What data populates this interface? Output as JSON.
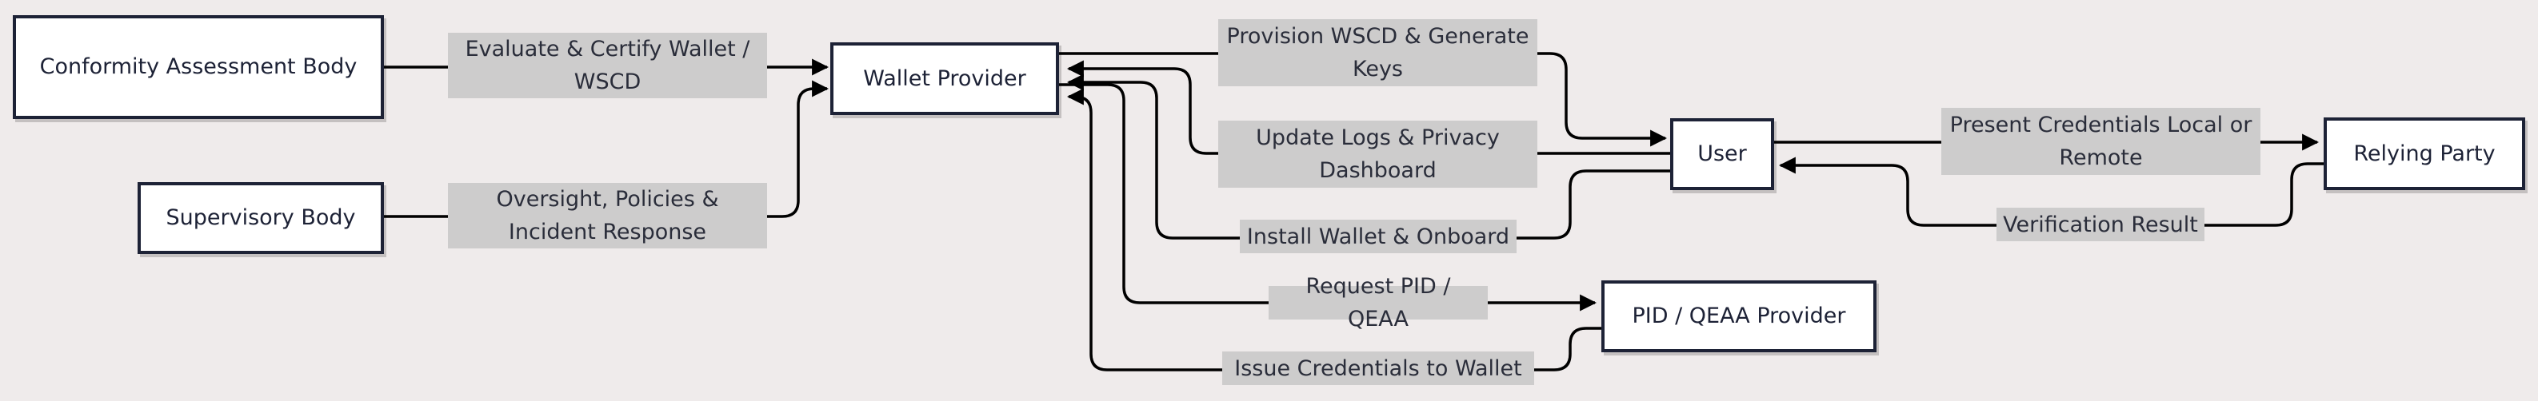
{
  "colors": {
    "background": "#efebeb",
    "node_fill": "#ffffff",
    "node_border": "#1d2236",
    "edge": "#000000",
    "label_fill": "#cdcccc",
    "text": "#1d2236"
  },
  "nodes": {
    "conformity_assessment_body": "Conformity Assessment Body",
    "supervisory_body": "Supervisory Body",
    "wallet_provider": "Wallet Provider",
    "user": "User",
    "relying_party": "Relying Party",
    "pid_qeaa_provider": "PID / QEAA Provider"
  },
  "edges": {
    "evaluate_certify": {
      "from": "Conformity Assessment Body",
      "to": "Wallet Provider",
      "label": "Evaluate & Certify Wallet / WSCD"
    },
    "oversight": {
      "from": "Supervisory Body",
      "to": "Wallet Provider",
      "label": "Oversight, Policies & Incident Response"
    },
    "provision_wscd": {
      "from": "Wallet Provider",
      "to": "User",
      "label": "Provision WSCD & Generate Keys"
    },
    "update_logs": {
      "from": "User",
      "to": "Wallet Provider",
      "label": "Update Logs & Privacy Dashboard"
    },
    "install_wallet": {
      "from": "User",
      "to": "Wallet Provider",
      "label": "Install Wallet & Onboard"
    },
    "request_pid": {
      "from": "Wallet Provider",
      "to": "PID / QEAA Provider",
      "label": "Request PID / QEAA"
    },
    "issue_credentials": {
      "from": "PID / QEAA Provider",
      "to": "Wallet Provider",
      "label": "Issue Credentials to Wallet"
    },
    "present_credentials": {
      "from": "User",
      "to": "Relying Party",
      "label": "Present Credentials Local or Remote"
    },
    "verification_result": {
      "from": "Relying Party",
      "to": "User",
      "label": "Verification Result"
    }
  }
}
